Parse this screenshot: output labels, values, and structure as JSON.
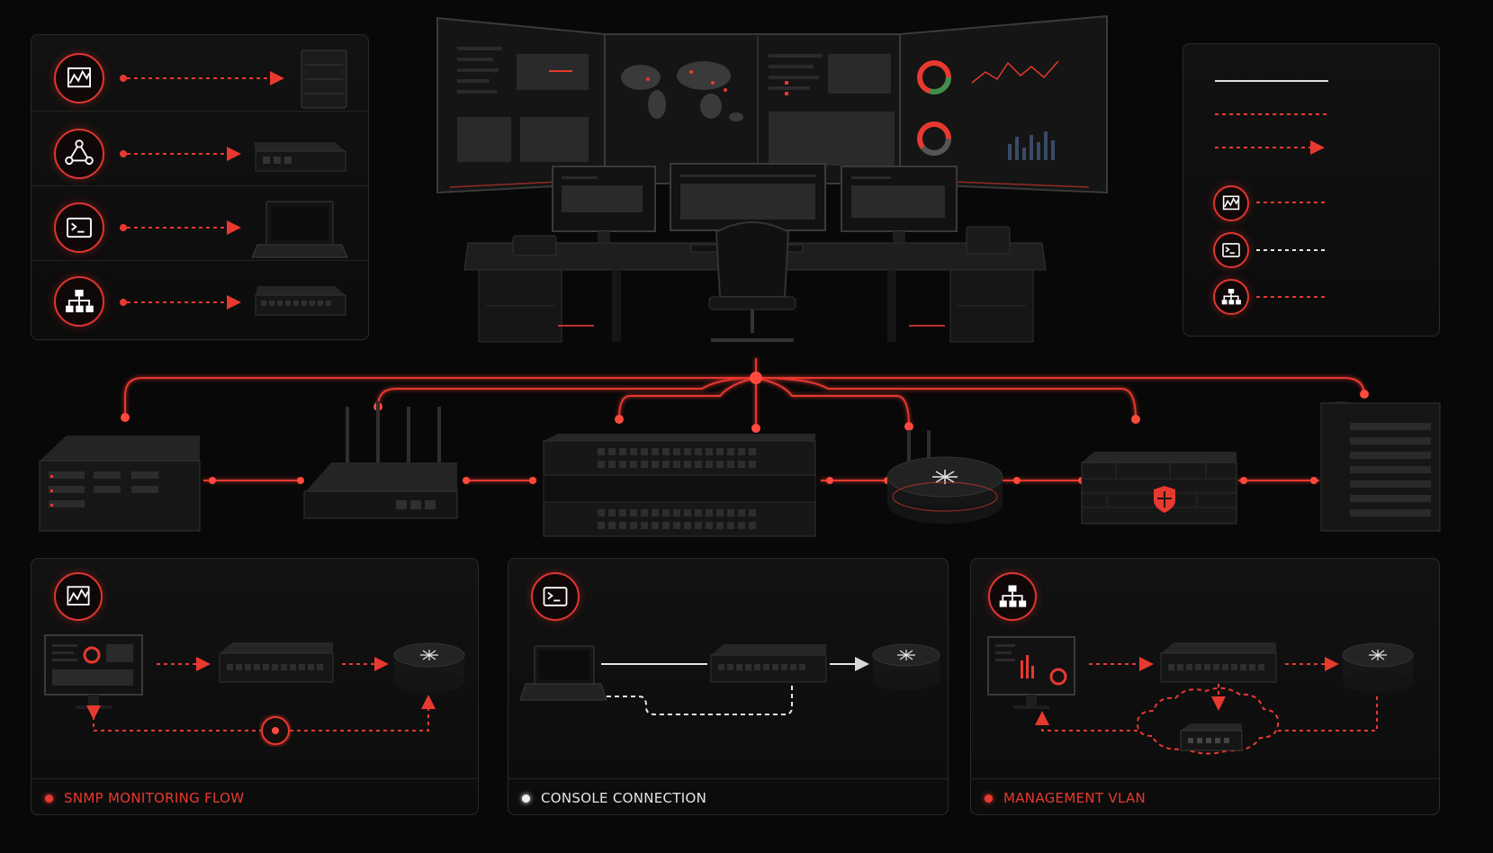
{
  "colors": {
    "accent": "#e8392f",
    "accent_glow": "#ff4a3d",
    "background": "#080808",
    "panel_border": "#2a2a2a",
    "console_white": "#e6e6e6"
  },
  "left_legend": {
    "rows": [
      {
        "icon": "graph-icon",
        "device": "server-icon"
      },
      {
        "icon": "network-nodes-icon",
        "device": "switch-icon"
      },
      {
        "icon": "terminal-icon",
        "device": "laptop-icon"
      },
      {
        "icon": "hierarchy-icon",
        "device": "switch-icon"
      }
    ]
  },
  "right_legend": {
    "line_styles": [
      "solid-white",
      "dashed-red",
      "dashed-red-arrow"
    ],
    "icons": [
      {
        "icon": "graph-icon",
        "line": "dashed-red"
      },
      {
        "icon": "terminal-icon",
        "line": "dashed-white"
      },
      {
        "icon": "hierarchy-icon",
        "line": "dashed-red"
      }
    ]
  },
  "network_chain": [
    "server-icon",
    "router-icon",
    "switch-stack-icon",
    "wireless-ap-icon",
    "firewall-icon",
    "rack-server-icon"
  ],
  "panels": [
    {
      "icon": "graph-icon",
      "caption": "SNMP MONITORING FLOW",
      "caption_color": "#e8392f"
    },
    {
      "icon": "terminal-icon",
      "caption": "CONSOLE CONNECTION",
      "caption_color": "#e6e6e6"
    },
    {
      "icon": "hierarchy-icon",
      "caption": "MANAGEMENT VLAN",
      "caption_color": "#e8392f"
    }
  ]
}
